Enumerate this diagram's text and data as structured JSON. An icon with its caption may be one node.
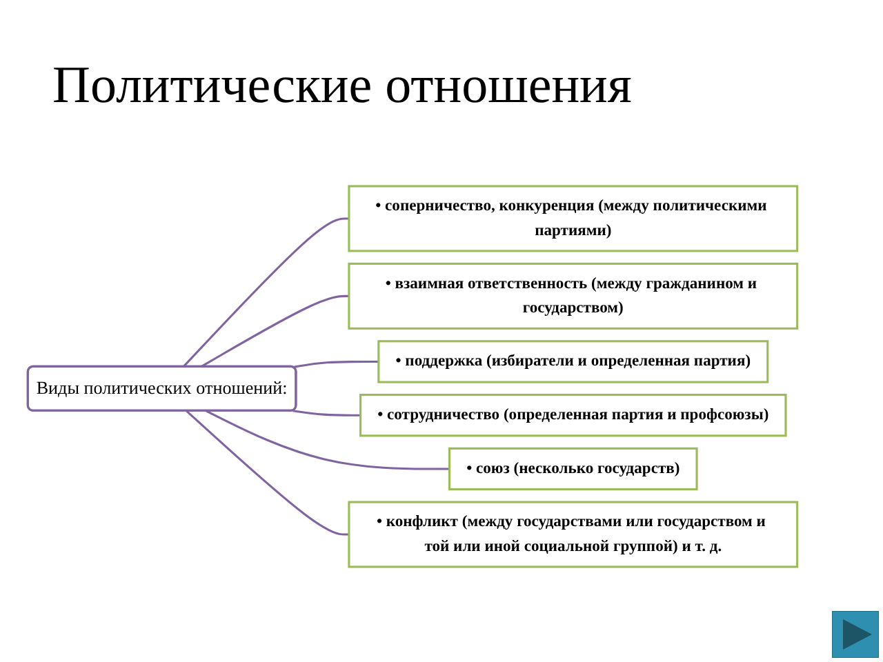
{
  "diagram": {
    "title": "Политические отношения",
    "nodes": [
      {
        "text": [
          "Виды политических отношений:"
        ]
      },
      {
        "text": [
          "• соперничество, конкуренция (между политическими партиями)"
        ]
      },
      {
        "text": [
          "• взаимная ответственность (между гражданином и государством)"
        ]
      },
      {
        "text": [
          "• поддержка (избиратели и определенная партия)"
        ]
      },
      {
        "text": [
          "• сотрудничество (определенная партия и профсоюзы)"
        ]
      },
      {
        "text": [
          "• союз (несколько государств)"
        ]
      },
      {
        "text": [
          "• конфликт (между государствами или государством и той или иной социальной группой) и т. д."
        ]
      }
    ],
    "edges": [
      {
        "from": 0,
        "to": 1,
        "arrow": "none"
      },
      {
        "from": 0,
        "to": 2,
        "arrow": "none"
      },
      {
        "from": 0,
        "to": 3,
        "arrow": "none"
      },
      {
        "from": 0,
        "to": 4,
        "arrow": "none"
      },
      {
        "from": 0,
        "to": 5,
        "arrow": "none"
      },
      {
        "from": 0,
        "to": 6,
        "arrow": "none"
      }
    ]
  }
}
